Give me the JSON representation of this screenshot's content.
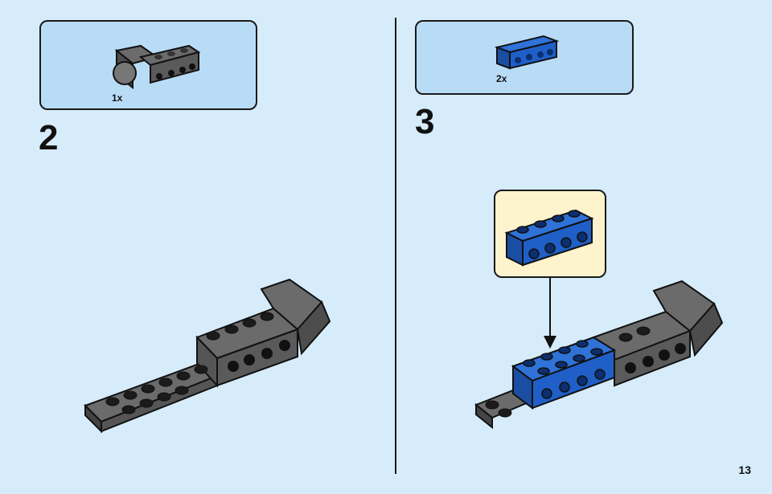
{
  "steps": [
    {
      "number": "2",
      "part_qty": "1x"
    },
    {
      "number": "3",
      "part_qty": "2x"
    }
  ],
  "page_number": "13",
  "colors": {
    "background": "#d6ecfb",
    "callout": "#b9dcf6",
    "zoom_callout": "#fdf3cc",
    "dark_bluish_gray": "#5a5a5a",
    "blue": "#1f5fc7",
    "black": "#111111"
  }
}
